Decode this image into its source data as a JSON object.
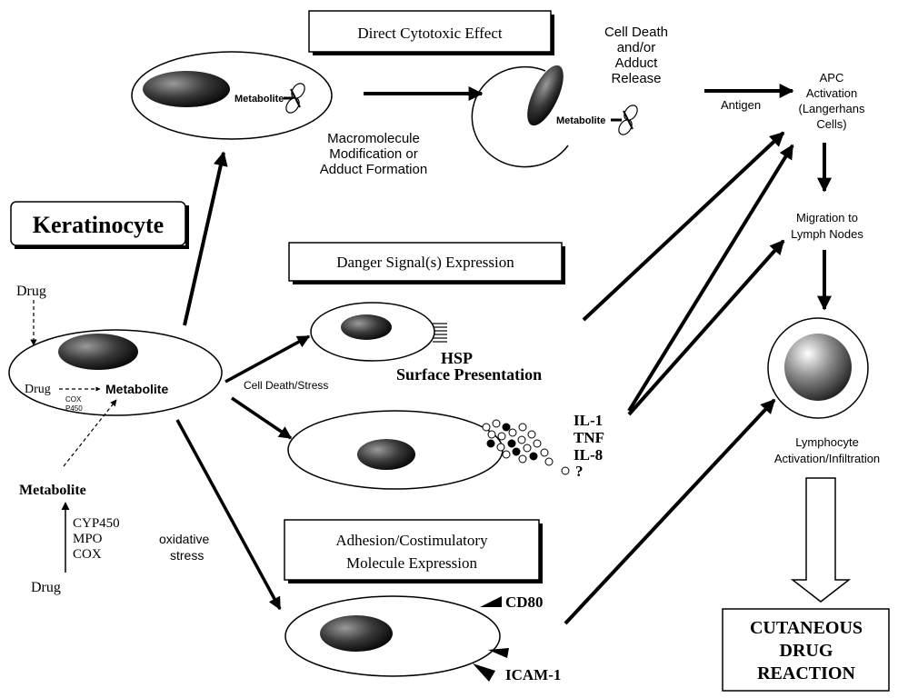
{
  "boxes": {
    "keratinocyte": "Keratinocyte",
    "direct_cytotoxic": "Direct Cytotoxic Effect",
    "danger_signal": "Danger Signal(s) Expression",
    "adhesion_line1": "Adhesion/Costimulatory",
    "adhesion_line2": "Molecule Expression",
    "cutaneous_line1": "CUTANEOUS",
    "cutaneous_line2": "DRUG",
    "cutaneous_line3": "REACTION"
  },
  "left_panel": {
    "drug_top": "Drug",
    "drug_inside": "Drug",
    "cox_label": "COX",
    "p450_label": "P450",
    "metabolite_inside": "Metabolite",
    "metabolite": "Metabolite",
    "enzyme_1": "CYP450",
    "enzyme_2": "MPO",
    "enzyme_3": "COX",
    "drug_bottom": "Drug"
  },
  "top_path": {
    "metabolite_cell": "Metabolite",
    "macro_line1": "Macromolecule",
    "macro_line2": "Modification or",
    "macro_line3": "Adduct Formation",
    "metabolite_dead_cell": "Metabolite",
    "death_line1": "Cell Death",
    "death_line2": "and/or",
    "death_line3": "Adduct",
    "death_line4": "Release",
    "antigen": "Antigen"
  },
  "middle_path": {
    "cell_death_stress": "Cell Death/Stress",
    "hsp": "HSP",
    "surface_presentation": "Surface Presentation",
    "cytokine_1": "IL-1",
    "cytokine_2": "TNF",
    "cytokine_3": "IL-8",
    "cytokine_4": "?"
  },
  "bottom_path": {
    "oxidative_line1": "oxidative",
    "oxidative_line2": "stress",
    "cd80": "CD80",
    "icam1": "ICAM-1"
  },
  "right_path": {
    "apc_line1": "APC",
    "apc_line2": "Activation",
    "apc_line3": "(Langerhans",
    "apc_line4": "Cells)",
    "migration_line1": "Migration to",
    "migration_line2": "Lymph Nodes",
    "lymphocyte_line1": "Lymphocyte",
    "lymphocyte_line2": "Activation/Infiltration"
  }
}
